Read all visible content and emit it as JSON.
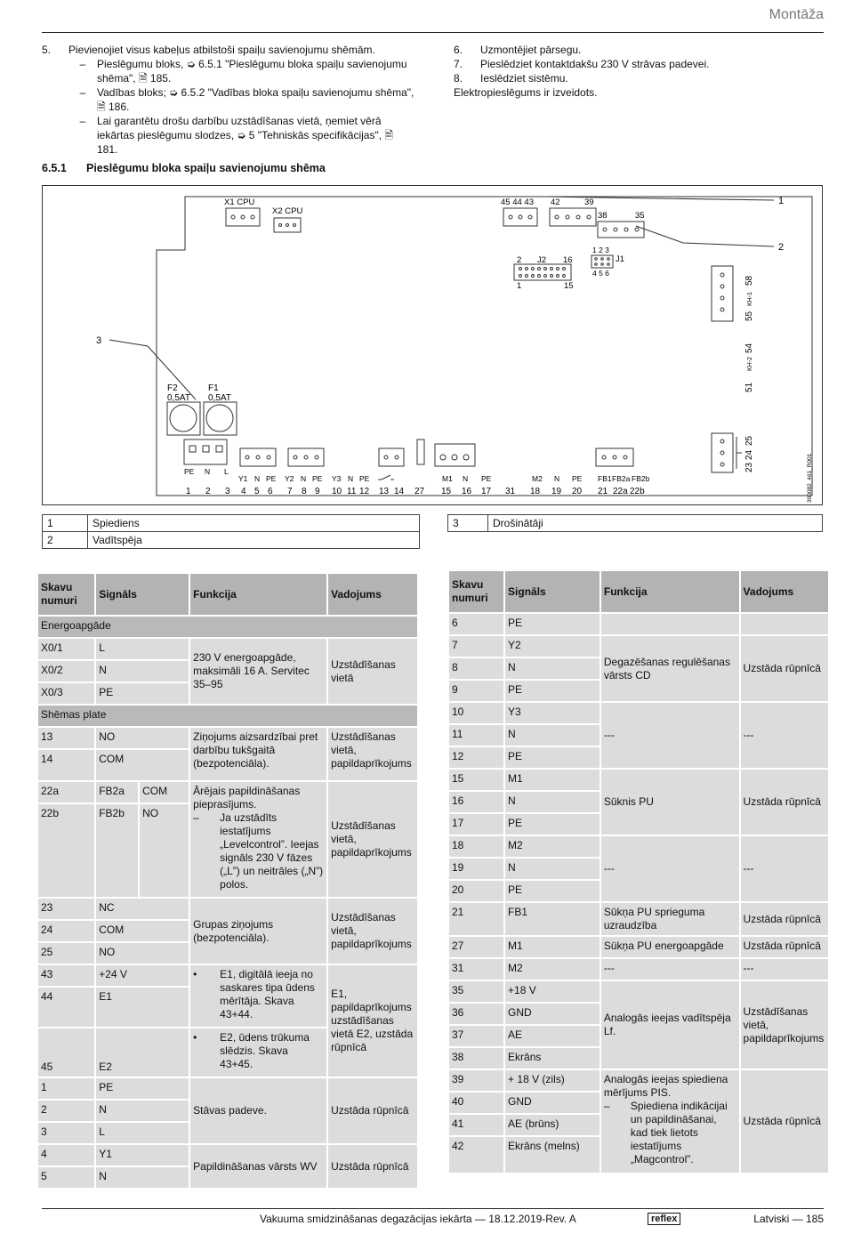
{
  "header": {
    "section": "Montāža"
  },
  "left_steps": [
    {
      "num": "5.",
      "text": "Pievienojiet visus kabeļus atbilstoši spaiļu savienojumu shēmām.",
      "subs": [
        {
          "dash": "–",
          "text": "Pieslēgumu bloks, ➭ 6.5.1 \"Pieslēgumu bloka spaiļu savienojumu shēma\", 🗎 185."
        },
        {
          "dash": "–",
          "text": "Vadības bloks; ➭ 6.5.2 \"Vadības bloka spaiļu savienojumu shēma\", 🗎 186."
        },
        {
          "dash": "–",
          "text": "Lai garantētu drošu darbību uzstādīšanas vietā, ņemiet vērā iekārtas pieslēgumu slodzes, ➭ 5 \"Tehniskās specifikācijas\", 🗎 181."
        }
      ]
    }
  ],
  "right_steps": [
    {
      "num": "6.",
      "text": "Uzmontējiet pārsegu."
    },
    {
      "num": "7.",
      "text": "Pieslēdziet kontaktdakšu 230 V strāvas padevei."
    },
    {
      "num": "8.",
      "text": "Ieslēdziet sistēmu."
    }
  ],
  "right_result": "Elektropieslēgums ir izveidots.",
  "subsection": {
    "num": "6.5.1",
    "title": "Pieslēgumu bloka spaiļu savienojumu shēma"
  },
  "diagram": {
    "callouts": [
      "1",
      "2",
      "3"
    ],
    "x1cpu": "X1 CPU",
    "x2cpu": "X2 CPU",
    "top_nums": [
      "45 44 43",
      "42",
      "39",
      "38",
      "35"
    ],
    "j2": {
      "n2": "2",
      "name": "J2",
      "n16": "16",
      "n1": "1",
      "n15": "15"
    },
    "j1": {
      "top": "1 2 3",
      "name": "J1",
      "bot": "4 5 6"
    },
    "f2": "F2",
    "f1": "F1",
    "f2v": "0,5AT",
    "f1v": "0,5AT",
    "kh1": "KH-1",
    "kh2": "KH-2",
    "side": [
      "58",
      "55",
      "54",
      "51",
      "25",
      "24",
      "23"
    ],
    "code": "300082_461_R001",
    "bottom_labels": [
      "PE",
      "N",
      "L",
      "Y1",
      "N",
      "PE",
      "Y2",
      "N",
      "PE",
      "Y3",
      "N",
      "PE",
      "M1",
      "N",
      "PE",
      "M2",
      "N",
      "PE",
      "FB1",
      "FB2a",
      "FB2b"
    ],
    "bottom_nums": [
      "1",
      "2",
      "3",
      "4",
      "5",
      "6",
      "7",
      "8",
      "9",
      "10",
      "11",
      "12",
      "13",
      "14",
      "27",
      "15",
      "16",
      "17",
      "31",
      "18",
      "19",
      "20",
      "21",
      "22a",
      "22b"
    ]
  },
  "legend": [
    {
      "num": "1",
      "text": "Spiediens"
    },
    {
      "num": "2",
      "text": "Vadītspēja"
    },
    {
      "num": "3",
      "text": "Drošinātāji"
    }
  ],
  "thead": {
    "c1": "Skavu numuri",
    "c2": "Signāls",
    "c3": "Funkcija",
    "c4": "Vadojums"
  },
  "left_table": {
    "energy": "Energoapgāde",
    "e": [
      [
        "X0/1",
        "L"
      ],
      [
        "X0/2",
        "N"
      ],
      [
        "X0/3",
        "PE"
      ]
    ],
    "e_func": "230 V energoapgāde, maksimāli 16 A. Servitec 35–95",
    "e_wire": "Uzstādīšanas vietā",
    "board": "Shēmas plate",
    "b1": [
      [
        "13",
        "NO"
      ],
      [
        "14",
        "COM"
      ]
    ],
    "b1_func": "Ziņojums aizsardzībai pret darbību tukšgaitā (bezpotenciāla).",
    "b1_wire": "Uzstādīšanas vietā, papildaprīkojums",
    "b2": [
      [
        "22a",
        "FB2a",
        "COM"
      ],
      [
        "22b",
        "FB2b",
        "NO"
      ]
    ],
    "b2_func": "Ārējais papildināšanas pieprasījums.",
    "b2_dash": "Ja uzstādīts iestatījums „Levelcontrol”. Ieejas signāls 230 V fāzes („L”) un neitrāles („N”) polos.",
    "b2_wire": "Uzstādīšanas vietā, papildaprīkojums",
    "b3": [
      [
        "23",
        "NC"
      ],
      [
        "24",
        "COM"
      ],
      [
        "25",
        "NO"
      ]
    ],
    "b3_func": "Grupas ziņojums (bezpotenciāla).",
    "b3_wire": "Uzstādīšanas vietā, papildaprīkojums",
    "b4": [
      [
        "43",
        "+24 V"
      ],
      [
        "44",
        "E1"
      ],
      [
        "45",
        "E2"
      ]
    ],
    "b4_f1": "E1, digitālā ieeja no saskares tipa ūdens mērītāja. Skava 43+44.",
    "b4_f2": "E2, ūdens trūkuma slēdzis. Skava 43+45.",
    "b4_wire": "E1, papildaprīkojums uzstādīšanas vietā E2, uzstāda rūpnīcā",
    "b5": [
      [
        "1",
        "PE"
      ],
      [
        "2",
        "N"
      ],
      [
        "3",
        "L"
      ]
    ],
    "b5_func": "Stāvas padeve.",
    "b5_wire": "Uzstāda rūpnīcā",
    "b6": [
      [
        "4",
        "Y1"
      ],
      [
        "5",
        "N"
      ]
    ],
    "b6_func": "Papildināšanas vārsts WV",
    "b6_wire": "Uzstāda rūpnīcā"
  },
  "right_table": {
    "r6": [
      "6",
      "PE"
    ],
    "g1": [
      [
        "7",
        "Y2"
      ],
      [
        "8",
        "N"
      ],
      [
        "9",
        "PE"
      ]
    ],
    "g1_func": "Degazēšanas regulēšanas vārsts CD",
    "g1_wire": "Uzstāda rūpnīcā",
    "g2": [
      [
        "10",
        "Y3"
      ],
      [
        "11",
        "N"
      ],
      [
        "12",
        "PE"
      ]
    ],
    "g2_func": "---",
    "g2_wire": "---",
    "g3": [
      [
        "15",
        "M1"
      ],
      [
        "16",
        "N"
      ],
      [
        "17",
        "PE"
      ]
    ],
    "g3_func": "Sūknis PU",
    "g3_wire": "Uzstāda rūpnīcā",
    "g4": [
      [
        "18",
        "M2"
      ],
      [
        "19",
        "N"
      ],
      [
        "20",
        "PE"
      ]
    ],
    "g4_func": "---",
    "g4_wire": "---",
    "r21": [
      "21",
      "FB1",
      "Sūkņa PU sprieguma uzraudzība",
      "Uzstāda rūpnīcā"
    ],
    "r27": [
      "27",
      "M1",
      "Sūkņa PU energoapgāde",
      "Uzstāda rūpnīcā"
    ],
    "r31": [
      "31",
      "M2",
      "---",
      "---"
    ],
    "g5": [
      [
        "35",
        "+18 V"
      ],
      [
        "36",
        "GND"
      ],
      [
        "37",
        "AE"
      ],
      [
        "38",
        "Ekrāns"
      ]
    ],
    "g5_func": "Analogās ieejas vadītspēja Lf.",
    "g5_wire": "Uzstādīšanas vietā, papildaprīkojums",
    "g6": [
      [
        "39",
        "+ 18 V (zils)"
      ],
      [
        "40",
        "GND"
      ],
      [
        "41",
        "AE (brūns)"
      ],
      [
        "42",
        "Ekrāns (melns)"
      ]
    ],
    "g6_func": "Analogās ieejas spiediena mērījums PIS.",
    "g6_dash": "Spiediena indikācijai un papildināšanai, kad tiek lietots iestatījums „Magcontrol”.",
    "g6_wire": "Uzstāda rūpnīcā"
  },
  "footer": {
    "title": "Vakuuma smidzināšanas degazācijas iekārta — 18.12.2019-Rev. A",
    "logo": "reflex",
    "page": "Latviski — 185"
  }
}
